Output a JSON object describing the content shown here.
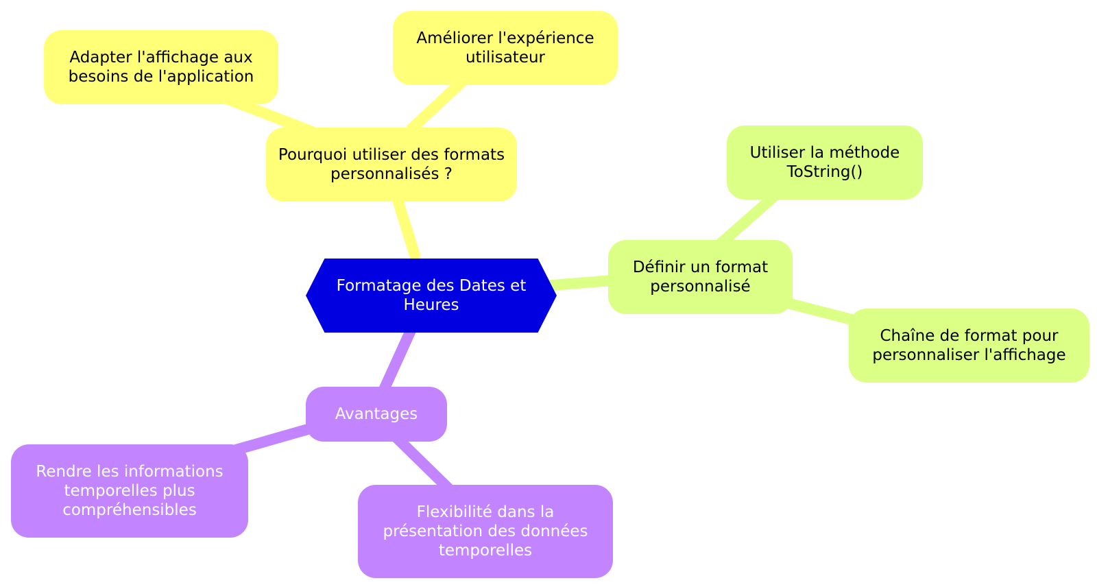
{
  "colors": {
    "root": "#0000e0",
    "yellow_branch": "#ffff78",
    "green_branch": "#dcff85",
    "purple_branch": "#c285ff"
  },
  "root": {
    "label": "Formatage des Dates et Heures"
  },
  "branches": {
    "why": {
      "label": "Pourquoi utiliser des formats personnalisés ?",
      "children": [
        "Adapter l'affichage aux besoins de l'application",
        "Améliorer l'expérience utilisateur"
      ]
    },
    "define": {
      "label": "Définir un format personnalisé",
      "children": [
        "Utiliser la méthode ToString()",
        "Chaîne de format pour personnaliser l'affichage"
      ]
    },
    "advantages": {
      "label": "Avantages",
      "children": [
        "Rendre les informations temporelles plus compréhensibles",
        "Flexibilité dans la présentation des données temporelles"
      ]
    }
  }
}
